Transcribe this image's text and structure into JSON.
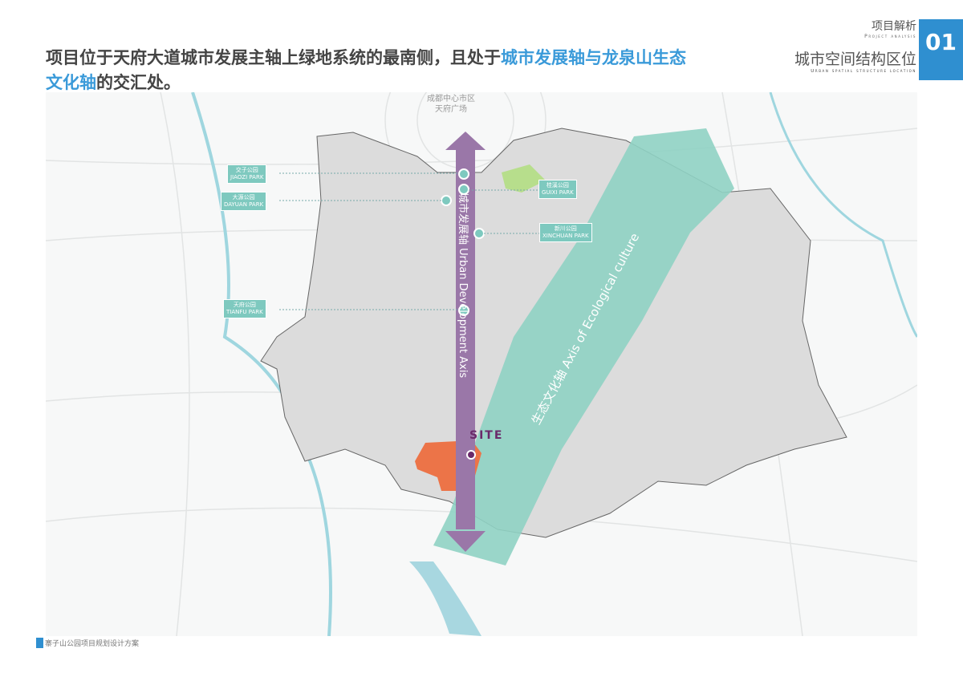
{
  "headline": {
    "part1": "项目位于天府大道城市发展主轴上绿地系统的最南侧，且处于",
    "highlight": "城市发展轴与龙泉山生态文化轴",
    "part2": "的交汇处。"
  },
  "section": {
    "category_cn": "项目解析",
    "category_en": "Project analysis",
    "title_cn": "城市空间结构区位",
    "title_en": "Urban spatial structure location",
    "number": "01"
  },
  "map": {
    "city_center": [
      "成都中心市区",
      "天府广场"
    ],
    "parks": [
      {
        "cn": "交子公园",
        "en": "JIAOZI PARK"
      },
      {
        "cn": "大源公园",
        "en": "DAYUAN PARK"
      },
      {
        "cn": "桂溪公园",
        "en": "GUIXI PARK"
      },
      {
        "cn": "新川公园",
        "en": "XINCHUAN PARK"
      },
      {
        "cn": "天府公园",
        "en": "TIANFU PARK"
      }
    ],
    "urban_axis": "城市发展轴 Urban Development Axis",
    "eco_axis": "生态文化轴 Axis of Ecological culture",
    "site_label": "SITE",
    "colors": {
      "urban_axis": "#9a77a8",
      "eco_axis": "#7ec9bf",
      "site": "#ec7448",
      "accent": "#2f8fd0"
    }
  },
  "footer": {
    "text": "寨子山公园项目规划设计方案"
  }
}
